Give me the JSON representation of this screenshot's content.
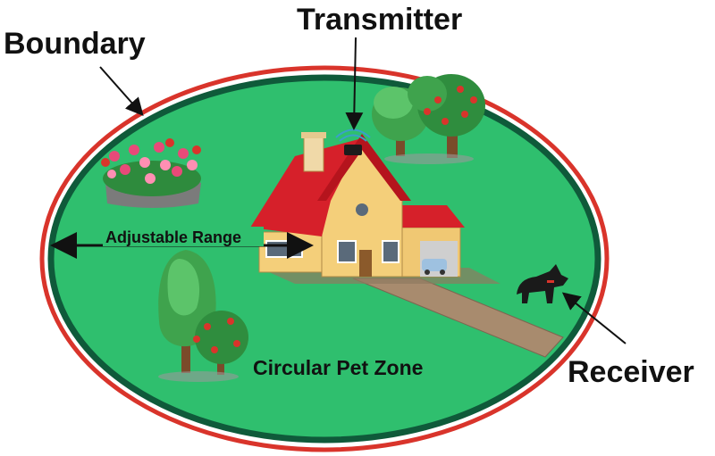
{
  "labels": {
    "boundary": "Boundary",
    "transmitter": "Transmitter",
    "receiver": "Receiver",
    "adjustable_range": "Adjustable Range",
    "zone": "Circular Pet Zone"
  },
  "colors": {
    "boundary_line": "#d9342b",
    "zone_fill": "#2fbf6e",
    "zone_edge": "#0f5a3a",
    "roof": "#d6202a",
    "wall": "#f4cf7a",
    "path": "#a88b6e",
    "dog": "#1a1a1a"
  },
  "icons": [
    "flower-bed-icon",
    "house-icon",
    "transmitter-device-icon",
    "tree-icon",
    "dog-icon",
    "car-icon"
  ]
}
